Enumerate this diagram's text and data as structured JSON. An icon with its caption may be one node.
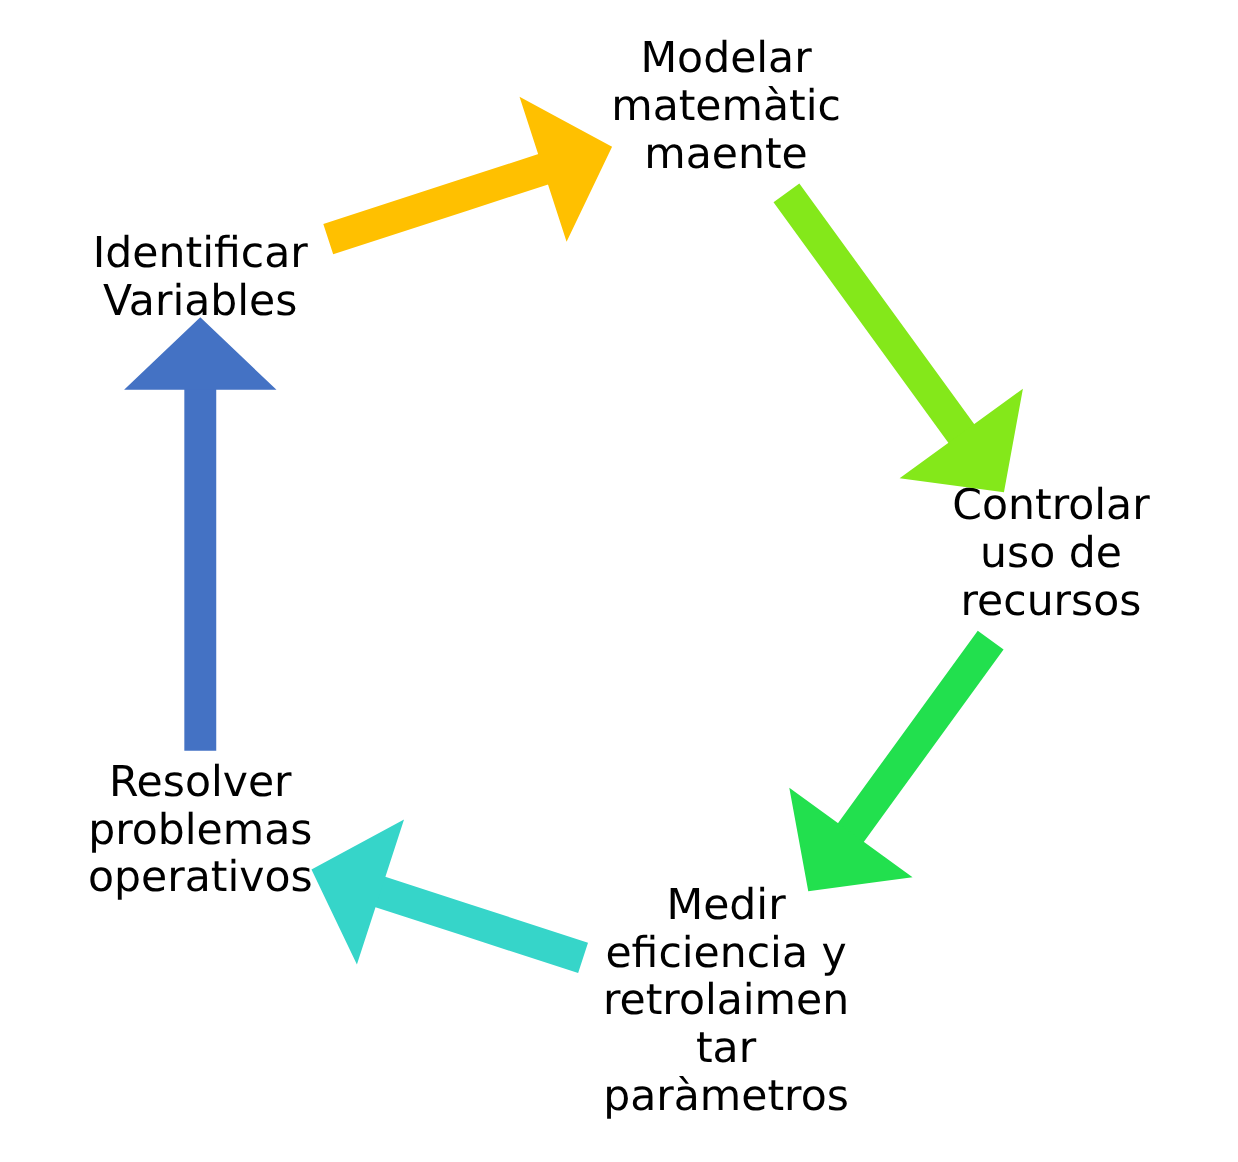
{
  "diagram": {
    "nodes": [
      {
        "text": [
          "Resolver problemas operativos"
        ]
      },
      {
        "text": [
          "Identificar Variables"
        ]
      },
      {
        "text": [
          "Modelar matemàtic maente"
        ]
      },
      {
        "text": [
          "Controlar uso de recursos"
        ]
      },
      {
        "text": [
          "Medir eficiencia y retrolaimen tar paràmetros"
        ]
      }
    ],
    "edges": [
      {
        "from": 0,
        "to": 1,
        "arrow": "to",
        "color": "#4472c4"
      },
      {
        "from": 1,
        "to": 2,
        "arrow": "to",
        "color": "#ffc000"
      },
      {
        "from": 2,
        "to": 3,
        "arrow": "to",
        "color": "#84e81a"
      },
      {
        "from": 3,
        "to": 4,
        "arrow": "to",
        "color": "#22e04e"
      },
      {
        "from": 4,
        "to": 0,
        "arrow": "to",
        "color": "#36d5c9"
      }
    ]
  }
}
